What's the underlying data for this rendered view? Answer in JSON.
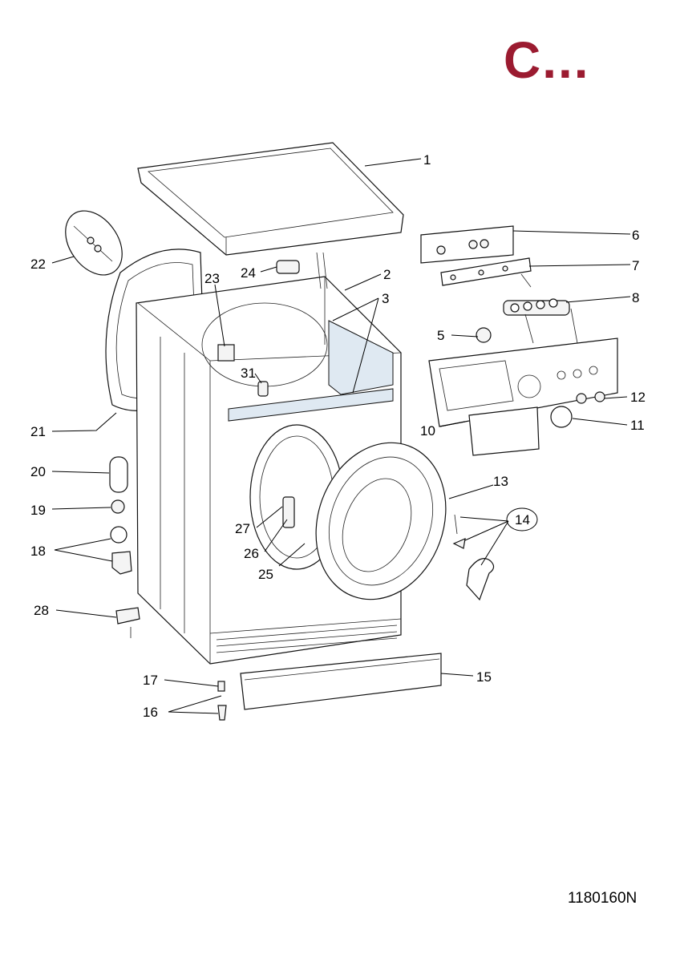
{
  "header": {
    "title": "C..."
  },
  "footer": {
    "code": "1180160N"
  },
  "labels": {
    "p1": "1",
    "p2": "2",
    "p3": "3",
    "p5": "5",
    "p6": "6",
    "p7": "7",
    "p8": "8",
    "p10": "10",
    "p11": "11",
    "p12": "12",
    "p13": "13",
    "p14": "14",
    "p15": "15",
    "p16": "16",
    "p17": "17",
    "p18": "18",
    "p19": "19",
    "p20": "20",
    "p21": "21",
    "p22": "22",
    "p23": "23",
    "p24": "24",
    "p25": "25",
    "p26": "26",
    "p27": "27",
    "p28": "28",
    "p31": "31"
  },
  "colors": {
    "title": "#9b1b30",
    "shade": "#dfe9f2"
  }
}
